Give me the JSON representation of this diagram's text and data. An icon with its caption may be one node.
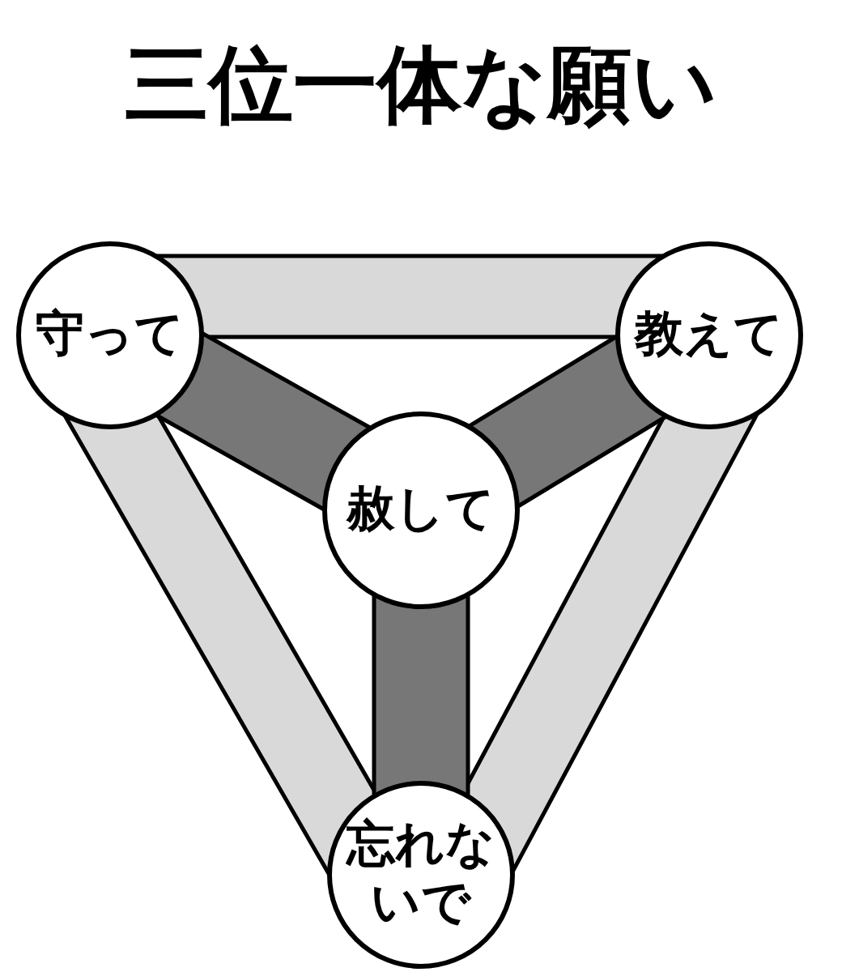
{
  "diagram": {
    "title": "三位一体な願い",
    "nodes": [
      {
        "text": [
          "守って"
        ]
      },
      {
        "text": [
          "教えて"
        ]
      },
      {
        "text": [
          "赦して"
        ]
      },
      {
        "text": [
          "忘れないで"
        ]
      }
    ],
    "edges": [
      {
        "from": 0,
        "to": 1,
        "arrow": "none",
        "style": "thick",
        "color": "#d9d9d9"
      },
      {
        "from": 0,
        "to": 3,
        "arrow": "none",
        "style": "thick",
        "color": "#d9d9d9"
      },
      {
        "from": 1,
        "to": 3,
        "arrow": "none",
        "style": "thick",
        "color": "#d9d9d9"
      },
      {
        "from": 2,
        "to": 0,
        "arrow": "none",
        "style": "thick",
        "color": "#777777"
      },
      {
        "from": 2,
        "to": 1,
        "arrow": "none",
        "style": "thick",
        "color": "#777777"
      },
      {
        "from": 2,
        "to": 3,
        "arrow": "none",
        "style": "thick",
        "color": "#777777"
      }
    ]
  }
}
